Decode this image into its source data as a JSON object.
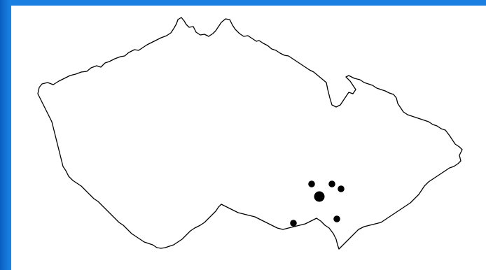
{
  "map": {
    "region": "Czech Republic",
    "outline_color": "#000000",
    "background_color": "#ffffff",
    "frame_color": "#0a6fd0",
    "marker_color": "#000000",
    "markers": [
      {
        "id": "site-1",
        "size": "small"
      },
      {
        "id": "site-2",
        "size": "small"
      },
      {
        "id": "site-3",
        "size": "small"
      },
      {
        "id": "site-4",
        "size": "large"
      },
      {
        "id": "site-5",
        "size": "small"
      },
      {
        "id": "site-6",
        "size": "small"
      }
    ]
  }
}
